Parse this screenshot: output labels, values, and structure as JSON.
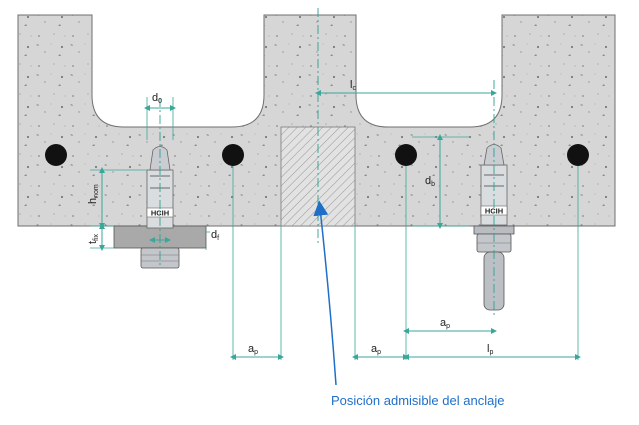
{
  "labels": {
    "d0": {
      "main": "d",
      "sub": "0"
    },
    "df": {
      "main": "d",
      "sub": "f"
    },
    "db": {
      "main": "d",
      "sub": "b"
    },
    "lc": {
      "main": "l",
      "sub": "c"
    },
    "lp": {
      "main": "l",
      "sub": "p"
    },
    "ap_left": {
      "main": "a",
      "sub": "p"
    },
    "ap_mid": {
      "main": "a",
      "sub": "p"
    },
    "ap_right": {
      "main": "a",
      "sub": "p"
    },
    "hnom": {
      "main": "h",
      "sub": "nom"
    },
    "tfix": {
      "main": "t",
      "sub": "fix"
    }
  },
  "caption": "Posición admisible del anclaje",
  "anchor_marking": "HCIH",
  "colors": {
    "concrete": "#d6d6d6",
    "dimension_line": "#3aa79a",
    "caption": "#1f6fc9",
    "arrow": "#1f6fc9"
  }
}
